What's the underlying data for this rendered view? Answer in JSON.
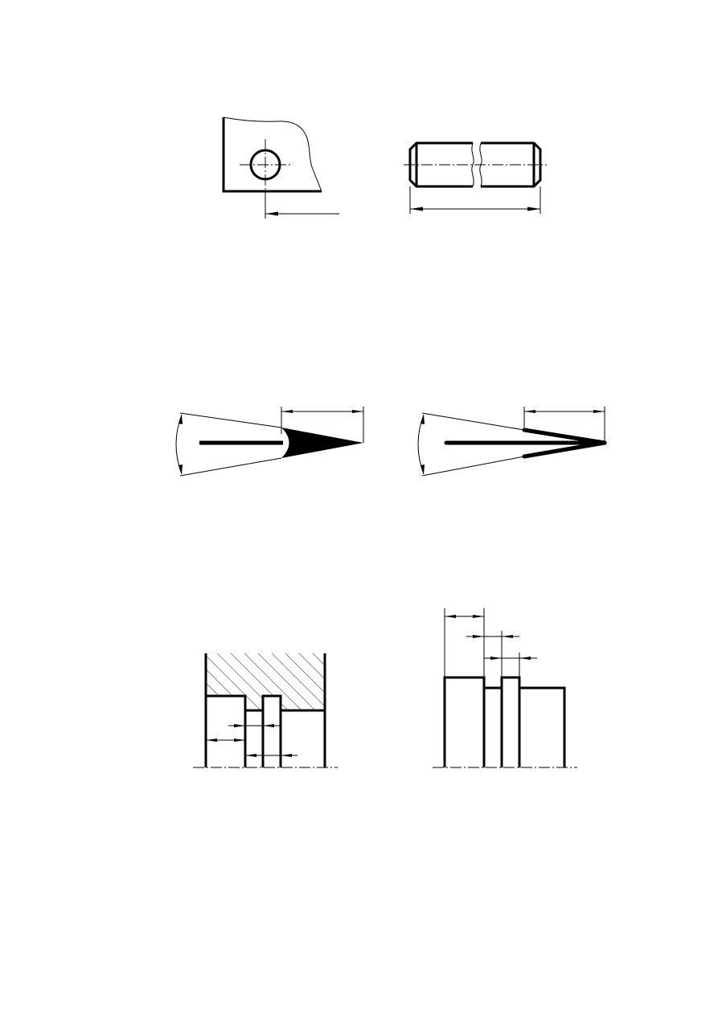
{
  "sheet": {
    "background": "#ffffff",
    "line_color": "#000000"
  },
  "figures": [
    {
      "id": "plate-with-hole"
    },
    {
      "id": "chamfered-pin-with-break"
    },
    {
      "id": "filled-arrowhead-proportion"
    },
    {
      "id": "open-arrowhead-proportion"
    },
    {
      "id": "hatched-grooved-section-dimensions"
    },
    {
      "id": "stepped-shaft-chain-dimensions"
    }
  ]
}
